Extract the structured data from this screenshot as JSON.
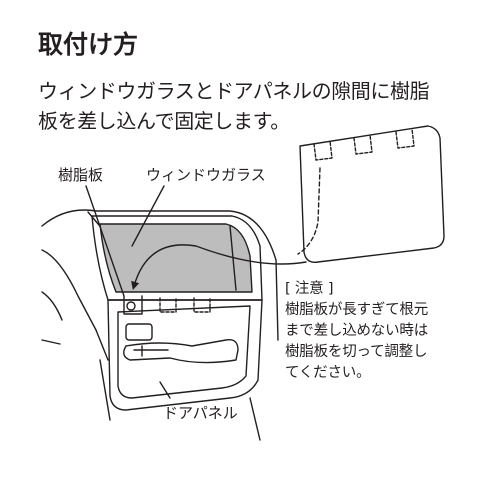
{
  "title": "取付け方",
  "description": {
    "line1": "ウィンドウガラスとドアパネルの隙間に樹脂",
    "line2": "板を差し込んで固定します。"
  },
  "labels": {
    "resin_plate": "樹脂板",
    "window_glass": "ウィンドウガラス",
    "door_panel": "ドアパネル"
  },
  "note": {
    "heading": "[ 注意 ]",
    "lines": [
      "樹脂板が長すぎて根元",
      "まで差し込めない時は",
      "樹脂板を切って調整し",
      "てください。"
    ]
  },
  "colors": {
    "ink": "#231f20",
    "window_fill": "#bdbdbd",
    "background": "#ffffff"
  }
}
